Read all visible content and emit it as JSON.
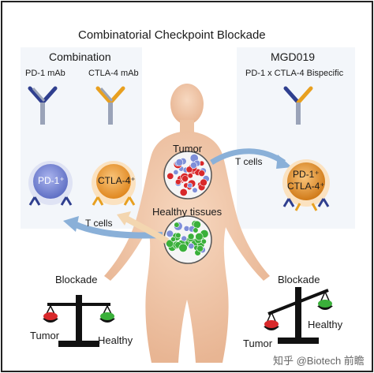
{
  "title": "Combinatorial Checkpoint Blockade",
  "left_panel": {
    "heading": "Combination",
    "antibody_1": "PD-1 mAb",
    "antibody_2": "CTLA-4 mAb",
    "cell_1": "PD-1⁺",
    "cell_2": "CTLA-4⁺",
    "t_cells": "T cells",
    "blockade": "Blockade",
    "tumor": "Tumor",
    "healthy": "Healthy"
  },
  "center": {
    "tumor": "Tumor",
    "healthy_tissues": "Healthy tissues"
  },
  "right_panel": {
    "heading": "MGD019",
    "subheading": "PD-1 x CTLA-4 Bispecific",
    "t_cells": "T cells",
    "cell_line_1": "PD-1⁺",
    "cell_line_2": "CTLA-4⁺",
    "blockade": "Blockade",
    "healthy": "Healthy",
    "tumor": "Tumor"
  },
  "watermark": "知乎 @Biotech 前瞻",
  "colors": {
    "pd1_antibody": "#2f3f8f",
    "ctla4_antibody": "#e8a020",
    "pd1_cell": "#7f8fd8",
    "ctla4_cell": "#f0a040",
    "tumor_red": "#d8282a",
    "healthy_green": "#3ab03a",
    "arrow_blue": "#8ab0d8",
    "arrow_orange": "#f3d6b0",
    "skin": "#f2c7a8"
  }
}
